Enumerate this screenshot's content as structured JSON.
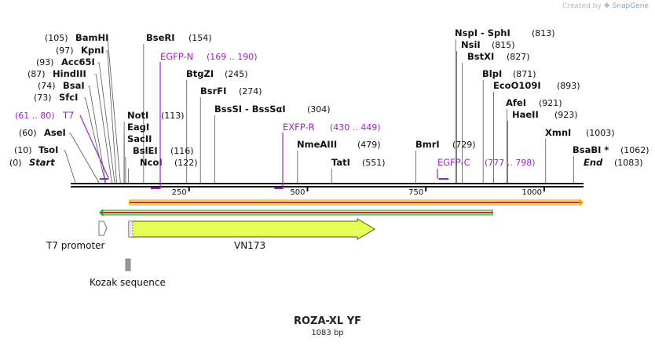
{
  "credit": {
    "prefix": "Created by",
    "brand": "SnapGene"
  },
  "title": "ROZA-XL YF",
  "length_label": "1083 bp",
  "sequence_length": 1083,
  "colors": {
    "primer": "#a020c8",
    "cds": "#e6ff55",
    "green_bar": "#2e9e2e",
    "orange_bar": "#f5a000",
    "feature_grey": "#9a9a9a"
  },
  "axis_ticks": [
    {
      "pos": 250,
      "label": "250"
    },
    {
      "pos": 500,
      "label": "500"
    },
    {
      "pos": 750,
      "label": "750"
    },
    {
      "pos": 1000,
      "label": "1000"
    }
  ],
  "sites": [
    {
      "name": "Start",
      "pos": 0,
      "pos_label": "(0)"
    },
    {
      "name": "TsoI",
      "pos": 10,
      "pos_label": "(10)"
    },
    {
      "name": "AseI",
      "pos": 60,
      "pos_label": "(60)"
    },
    {
      "name": "SfcI",
      "pos": 73,
      "pos_label": "(73)"
    },
    {
      "name": "BsaI",
      "pos": 74,
      "pos_label": "(74)"
    },
    {
      "name": "HindIII",
      "pos": 87,
      "pos_label": "(87)"
    },
    {
      "name": "Acc65I",
      "pos": 93,
      "pos_label": "(93)"
    },
    {
      "name": "KpnI",
      "pos": 97,
      "pos_label": "(97)"
    },
    {
      "name": "BamHI",
      "pos": 105,
      "pos_label": "(105)"
    },
    {
      "name": "NotI",
      "pos": 113,
      "pos_label": "(113)"
    },
    {
      "name": "EagI",
      "pos": 113,
      "pos_label": ""
    },
    {
      "name": "SacII",
      "pos": 113,
      "pos_label": ""
    },
    {
      "name": "BslEI",
      "pos": 116,
      "pos_label": "(116)"
    },
    {
      "name": "NcoI",
      "pos": 122,
      "pos_label": "(122)"
    },
    {
      "name": "BseRI",
      "pos": 154,
      "pos_label": "(154)"
    },
    {
      "name": "BtgZI",
      "pos": 245,
      "pos_label": "(245)"
    },
    {
      "name": "BsrFI",
      "pos": 274,
      "pos_label": "(274)"
    },
    {
      "name": "BssSI - BssSαI",
      "pos": 304,
      "pos_label": "(304)"
    },
    {
      "name": "NmeAIII",
      "pos": 479,
      "pos_label": "(479)"
    },
    {
      "name": "TatI",
      "pos": 551,
      "pos_label": "(551)"
    },
    {
      "name": "BmrI",
      "pos": 729,
      "pos_label": "(729)"
    },
    {
      "name": "NspI - SphI",
      "pos": 813,
      "pos_label": "(813)"
    },
    {
      "name": "NsiI",
      "pos": 815,
      "pos_label": "(815)"
    },
    {
      "name": "BstXI",
      "pos": 827,
      "pos_label": "(827)"
    },
    {
      "name": "BlpI",
      "pos": 871,
      "pos_label": "(871)"
    },
    {
      "name": "EcoO109I",
      "pos": 893,
      "pos_label": "(893)"
    },
    {
      "name": "AfeI",
      "pos": 921,
      "pos_label": "(921)"
    },
    {
      "name": "HaeII",
      "pos": 923,
      "pos_label": "(923)"
    },
    {
      "name": "XmnI",
      "pos": 1003,
      "pos_label": "(1003)"
    },
    {
      "name": "BsaBI *",
      "pos": 1062,
      "pos_label": "(1062)"
    },
    {
      "name": "End",
      "pos": 1083,
      "pos_label": "(1083)"
    }
  ],
  "primers": [
    {
      "name": "T7",
      "range_label": "(61 .. 80)",
      "start": 61,
      "end": 80
    },
    {
      "name": "EGFP-N",
      "range_label": "(169 .. 190)",
      "start": 169,
      "end": 190
    },
    {
      "name": "EXFP-R",
      "range_label": "(430 .. 449)",
      "start": 430,
      "end": 449
    },
    {
      "name": "EGFP-C",
      "range_label": "(777 .. 798)",
      "start": 777,
      "end": 798
    }
  ],
  "features": [
    {
      "name": "T7 promoter",
      "type": "promoter",
      "start": 60,
      "end": 78
    },
    {
      "name": "VN173",
      "type": "cds",
      "start": 124,
      "end": 642
    },
    {
      "name": "Kozak sequence",
      "type": "misc",
      "start": 115,
      "end": 125
    }
  ],
  "tracks": [
    {
      "type": "orange",
      "start": 124,
      "end": 1083
    },
    {
      "type": "green",
      "start": 60,
      "end": 891
    }
  ]
}
